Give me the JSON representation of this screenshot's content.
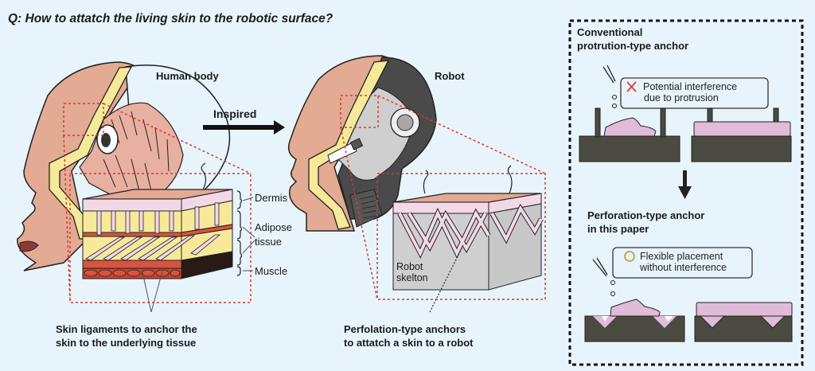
{
  "title": "Q: How to attatch the living skin to the robotic surface?",
  "human": {
    "label": "Human body",
    "layers": {
      "dermis": "Dermis",
      "adipose_line1": "Adipose",
      "adipose_line2": "tissue",
      "muscle": "Muscle"
    },
    "caption_line1": "Skin ligaments to anchor the",
    "caption_line2": "skin to the underlying tissue"
  },
  "arrow_label": "Inspired",
  "robot": {
    "label": "Robot",
    "skeleton_line1": "Robot",
    "skeleton_line2": "skelton",
    "caption_line1": "Perfolation-type anchors",
    "caption_line2": "to attatch a skin to a robot"
  },
  "comparison": {
    "conventional_line1": "Conventional",
    "conventional_line2": "protrution-type anchor",
    "bubble1_icon": "cross-mark-icon",
    "bubble1_line1": "Potential interference",
    "bubble1_line2": "due to protrusion",
    "perforation_line1": "Perforation-type anchor",
    "perforation_line2": "in this paper",
    "bubble2_icon": "circle-mark-icon",
    "bubble2_line1": "Flexible placement",
    "bubble2_line2": "without interference"
  },
  "colors": {
    "background": "#e8f4fb",
    "skin": "#e3aa94",
    "fat": "#f6ea9a",
    "dermis": "#f3d8e6",
    "muscle": "#d9533e",
    "robot_dark": "#4a4a4a",
    "robot_light": "#cfcfcf",
    "dotted_red": "#d83a2e",
    "soft_pink": "#e0bcd8",
    "base_dark": "#4a4a40",
    "cross": "#e0402e",
    "circle": "#b8a846"
  }
}
